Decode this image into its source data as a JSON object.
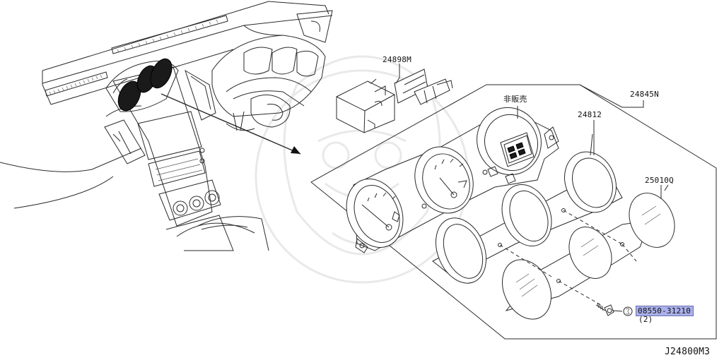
{
  "diagram": {
    "labels": {
      "p24898m": "24898M",
      "not_for_sale": "非販売",
      "p24845n": "24845N",
      "p24812": "24812",
      "p25010q": "25010Q",
      "bolt_part": "08550-31210",
      "bolt_qty": "(2)",
      "diagram_code": "J24800M3"
    },
    "highlight_color": "#aab0ea"
  }
}
